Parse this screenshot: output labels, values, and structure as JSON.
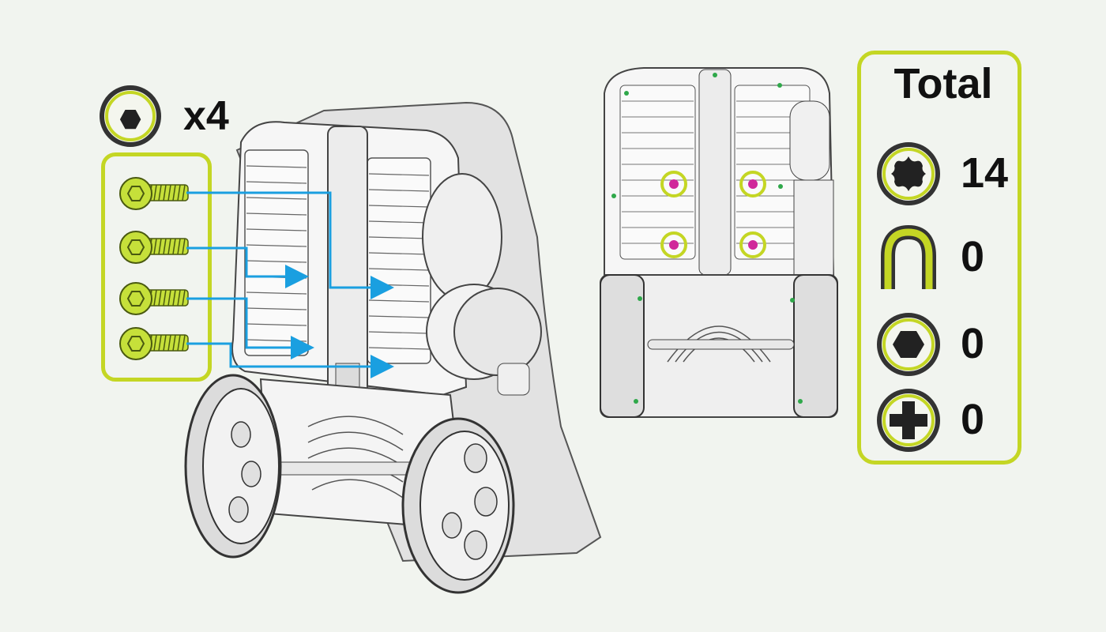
{
  "step": {
    "fastener_type": "hex",
    "quantity_label": "x4",
    "screw_count": 4,
    "arrow_color": "#1a9fe0"
  },
  "total": {
    "title": "Total",
    "rows": [
      {
        "icon": "torx-icon",
        "count": "14"
      },
      {
        "icon": "clip-icon",
        "count": "0"
      },
      {
        "icon": "hex-icon",
        "count": "0"
      },
      {
        "icon": "phillips-icon",
        "count": "0"
      }
    ]
  },
  "colors": {
    "accent": "#c4d624",
    "screw": "#c6e03a",
    "highlight": "#d0289a",
    "background": "#f1f4ef"
  }
}
